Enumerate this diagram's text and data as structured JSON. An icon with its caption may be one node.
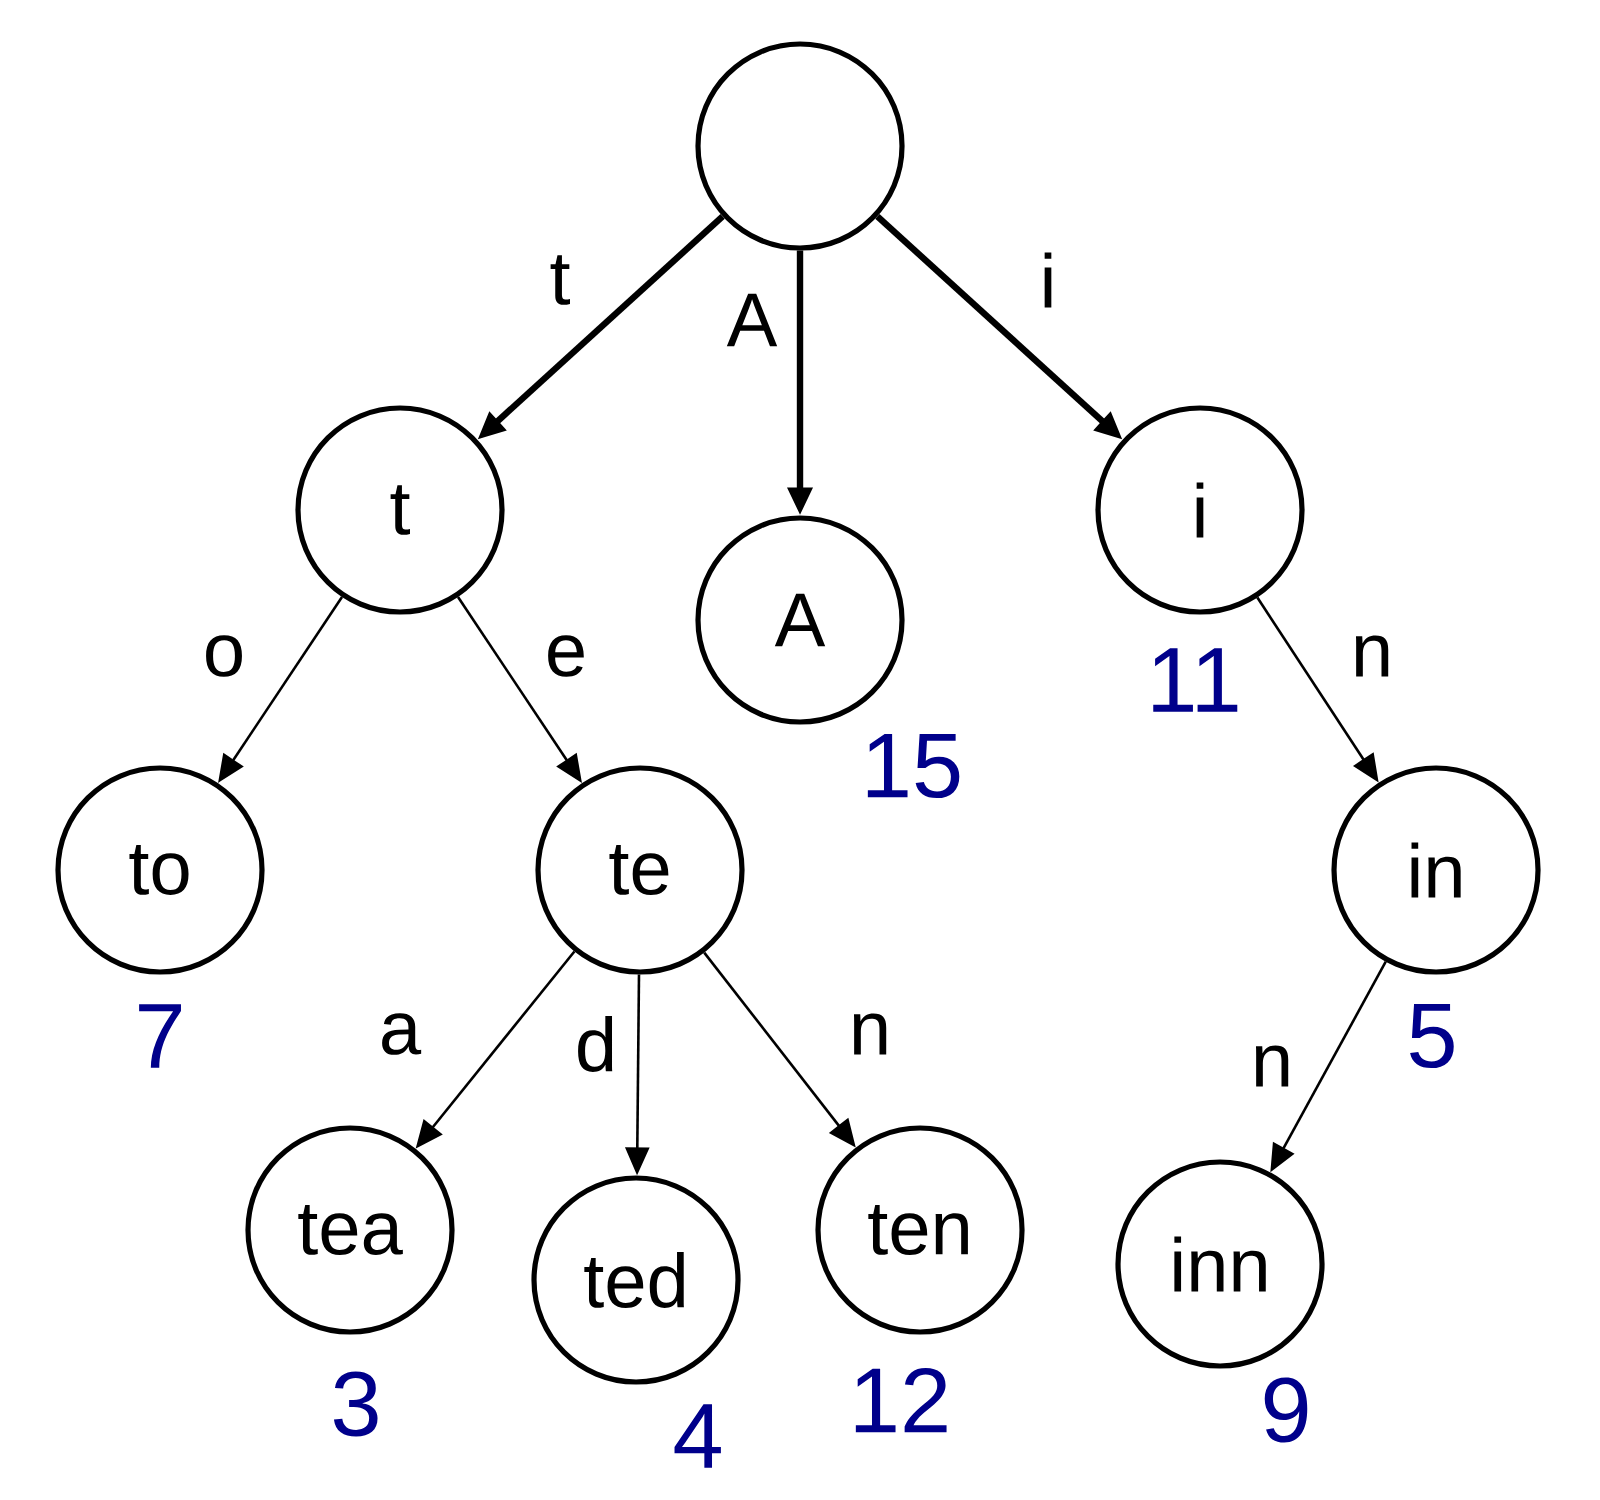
{
  "diagram": {
    "nodes": [
      {
        "text": [],
        "shape": "circle"
      },
      {
        "text": [
          "t"
        ]
      },
      {
        "text": [
          "A"
        ],
        "beside": [
          "15"
        ]
      },
      {
        "text": [
          "i"
        ],
        "beside": [
          "11"
        ]
      },
      {
        "text": [
          "to"
        ],
        "beside": [
          "7"
        ]
      },
      {
        "text": [
          "te"
        ]
      },
      {
        "text": [
          "in"
        ],
        "beside": [
          "5"
        ]
      },
      {
        "text": [
          "tea"
        ],
        "beside": [
          "3"
        ]
      },
      {
        "text": [
          "ted"
        ],
        "beside": [
          "4"
        ]
      },
      {
        "text": [
          "ten"
        ],
        "beside": [
          "12"
        ]
      },
      {
        "text": [
          "inn"
        ],
        "beside": [
          "9"
        ]
      }
    ],
    "edges": [
      {
        "from": 0,
        "to": 1,
        "arrow": "to",
        "label": "t",
        "style": "thick"
      },
      {
        "from": 0,
        "to": 2,
        "arrow": "to",
        "label": "A",
        "style": "thick"
      },
      {
        "from": 0,
        "to": 3,
        "arrow": "to",
        "label": "i",
        "style": "thick"
      },
      {
        "from": 1,
        "to": 4,
        "arrow": "to",
        "label": "o"
      },
      {
        "from": 1,
        "to": 5,
        "arrow": "to",
        "label": "e"
      },
      {
        "from": 3,
        "to": 6,
        "arrow": "to",
        "label": "n"
      },
      {
        "from": 5,
        "to": 7,
        "arrow": "to",
        "label": "a"
      },
      {
        "from": 5,
        "to": 8,
        "arrow": "to",
        "label": "d"
      },
      {
        "from": 5,
        "to": 9,
        "arrow": "to",
        "label": "n"
      },
      {
        "from": 6,
        "to": 10,
        "arrow": "to",
        "label": "n"
      }
    ]
  }
}
